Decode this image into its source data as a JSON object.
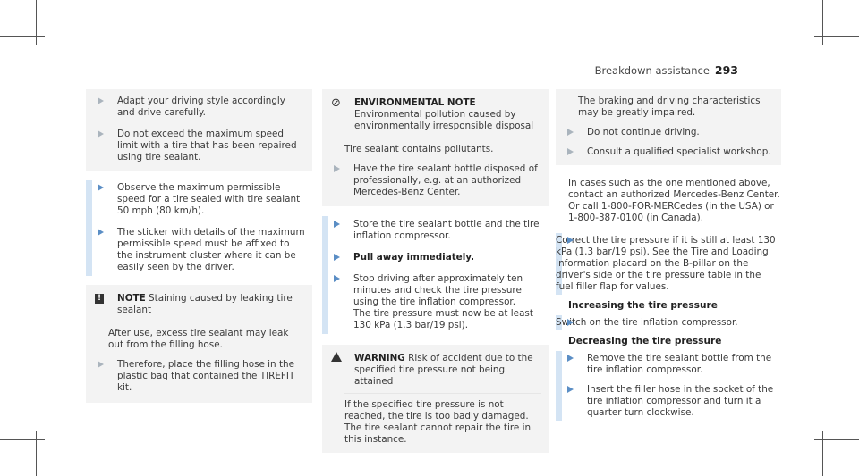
{
  "header": {
    "section": "Breakdown assistance",
    "page": "293"
  },
  "col1": {
    "box1": [
      "Adapt your driving style accordingly and drive carefully.",
      "Do not exceed the maximum speed limit with a tire that has been repaired using tire sealant."
    ],
    "blue_bullets": [
      "Observe the maximum permissible speed for a tire sealed with tire sealant 50 mph (80 km/h).",
      "The sticker with details of the maximum permissible speed must be affixed to the instrument cluster where it can be easily seen by the driver."
    ],
    "note": {
      "title": "NOTE",
      "text": "Staining caused by leaking tire sealant",
      "after": "After use, excess tire sealant may leak out from the filling hose.",
      "bullet": "Therefore, place the filling hose in the plastic bag that contained the TIREFIT kit."
    }
  },
  "col2": {
    "env": {
      "title": "ENVIRONMENTAL NOTE",
      "text": "Environmental pollution caused by environmentally irresponsible disposal",
      "body": "Tire sealant contains pollutants.",
      "bullet": "Have the tire sealant bottle disposed of professionally, e.g. at an authorized Mercedes-Benz Center."
    },
    "blue_bullets": [
      "Store the tire sealant bottle and the tire inflation compressor.",
      "Pull away immediately.",
      "Stop driving after approximately ten minutes and check the tire pressure using the tire inflation compressor.",
      "The tire pressure must now be at least 130 kPa (1.3 bar/19 psi)."
    ],
    "warning": {
      "title": "WARNING",
      "text": "Risk of accident due to the specified tire pressure not being attained",
      "body": "If the specified tire pressure is not reached, the tire is too badly damaged. The tire sealant cannot repair the tire in this instance."
    }
  },
  "col3": {
    "box_body": "The braking and driving characteristics may be greatly impaired.",
    "box_bullets": [
      "Do not continue driving.",
      "Consult a qualified specialist workshop."
    ],
    "para": "In cases such as the one mentioned above, contact an authorized Mercedes-Benz Center. Or call 1-800-FOR-MERCedes (in the USA) or 1-800-387-0100 (in Canada).",
    "bullet1": "Correct the tire pressure if it is still at least 130 kPa (1.3 bar/19 psi). See the Tire and Loading Information placard on the B-pillar on the driver's side or the tire pressure table in the fuel filler flap for values.",
    "h_increase": "Increasing the tire pressure",
    "bullet2": "Switch on the tire inflation compressor.",
    "h_decrease": "Decreasing the tire pressure",
    "bullet3": "Remove the tire sealant bottle from the tire inflation compressor.",
    "bullet4": "Insert the filler hose in the socket of the tire inflation compressor and turn it a quarter turn clockwise."
  }
}
